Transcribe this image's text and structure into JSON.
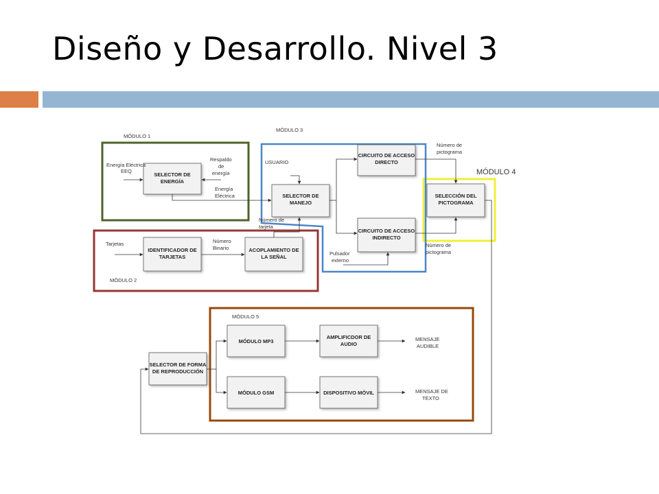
{
  "slide": {
    "title": "Diseño y Desarrollo. Nivel 3"
  },
  "colors": {
    "accent_orange": "#dd8047",
    "accent_blue": "#94b6d2",
    "modulo1": "#4f6228",
    "modulo2": "#953735",
    "modulo3": "#4a86c8",
    "modulo4": "#f2ef3a",
    "modulo5": "#984807"
  },
  "modules": {
    "m1": "MÓDULO 1",
    "m2": "MÓDULO 2",
    "m3": "MÓDULO 3",
    "m4": "MÓDULO 4",
    "m5": "MÓDULO 5"
  },
  "boxes": {
    "selector_energia": [
      "SELECTOR DE",
      "ENERGÍA"
    ],
    "identificador": [
      "IDENTIFICADOR DE",
      "TARJETAS"
    ],
    "acoplamiento": [
      "ACOPLAMIENTO DE",
      "LA SEÑAL"
    ],
    "selector_manejo": [
      "SELECTOR DE",
      "MANEJO"
    ],
    "circuito_directo": [
      "CIRCUITO DE ACCESO",
      "DIRECTO"
    ],
    "circuito_indirecto": [
      "CIRCUITO DE ACCESO",
      "INDIRECTO"
    ],
    "seleccion_pictograma": [
      "SELECCIÓN DEL",
      "PICTOGRAMA"
    ],
    "modulo_mp3": [
      "MÓDULO MP3"
    ],
    "amplificador": [
      "AMPLIFICDOR DE",
      "AUDIO"
    ],
    "modulo_gsm": [
      "MÓDULO GSM"
    ],
    "dispositivo_movil": [
      "DISPOSITIVO MÓVIL"
    ],
    "selector_forma": [
      "SELECTOR DE FORMA",
      "DE REPRODUCCIÓN"
    ]
  },
  "labels": {
    "energia_eeq": [
      "Energía Eléctrica",
      "EEQ"
    ],
    "respaldo": [
      "Respaldo",
      "de",
      "energía"
    ],
    "energia_electrica": [
      "Energía",
      "Eléctrica"
    ],
    "tarjetas": "Tarjetas",
    "numero_binario": [
      "Número",
      "Binario"
    ],
    "numero_tarjeta": [
      "Número de",
      "tarjeta"
    ],
    "usuario": "USUARIO",
    "pulsador": [
      "Pulsador",
      "externo"
    ],
    "numero_pictograma_top": [
      "Número de",
      "pictograma"
    ],
    "numero_pictograma_bottom": [
      "Número de",
      "pictograma"
    ],
    "mensaje_audible": [
      "MENSAJE",
      "AUDIBLE"
    ],
    "mensaje_texto": [
      "MENSAJE DE",
      "TEXTO"
    ]
  }
}
